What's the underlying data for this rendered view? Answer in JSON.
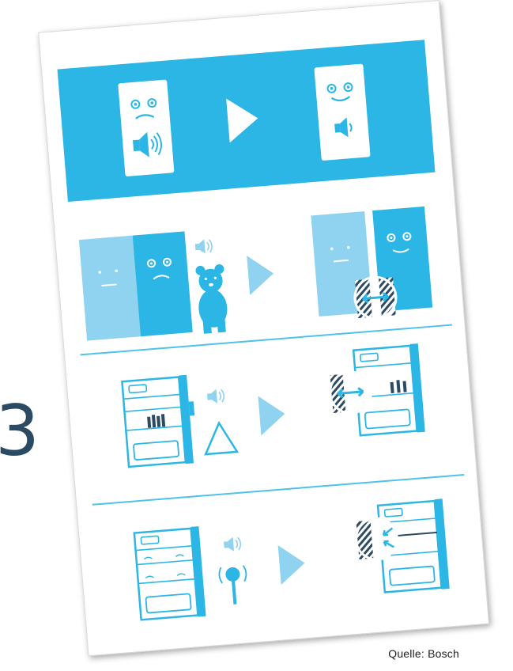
{
  "caption": {
    "source": "Quelle: Bosch"
  },
  "colors": {
    "primary": "#2bb6e6",
    "light": "#8fd3f0",
    "dark": "#1b9fd1",
    "white": "#ffffff",
    "line": "#4ec2ea",
    "hatch": "#2b4a63"
  },
  "illustration": {
    "rows": [
      {
        "name": "loud-fridge-to-quiet-fridge",
        "before": "sad-fridge-loud-speaker",
        "after": "happy-fridge-quiet-speaker"
      },
      {
        "name": "fridge-next-to-wall-bear-noise",
        "before": "fridges-touching-bear-sound",
        "after": "fridges-with-gap"
      },
      {
        "name": "bottles-rattling-triangle",
        "before": "bottles-touching-triangle-sound",
        "after": "bottles-separated"
      },
      {
        "name": "shelf-rattling-maraca",
        "before": "loose-shelf-maraca-sound",
        "after": "shelf-fixed"
      }
    ]
  }
}
